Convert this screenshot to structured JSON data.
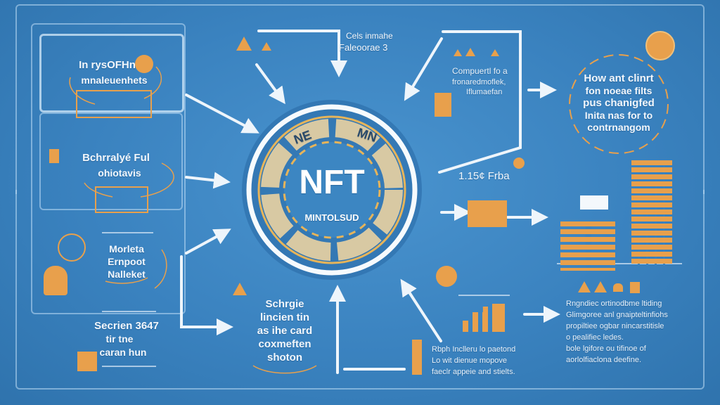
{
  "colors": {
    "background": "#3a82bf",
    "accent": "#e8a04c",
    "line": "#eef5fb",
    "ring": "#d8c9a3"
  },
  "center": {
    "title": "NFT",
    "subtitle": "MINTOLSUD",
    "ring_labels": [
      "NE",
      "MN"
    ]
  },
  "left_panels": [
    {
      "lines": [
        "In rysOFHn",
        "mnaleuenhets"
      ]
    },
    {
      "lines": [
        "Bchrralyé Ful",
        "ohiotavis"
      ]
    },
    {
      "lines": [
        "Morleta",
        "Ernpoot",
        "Nalleket"
      ]
    },
    {
      "lines": [
        "Secrien 3647",
        "tir tne",
        "caran hun"
      ]
    }
  ],
  "top_label": {
    "lines": [
      "Cels inmahe",
      "Faleoorae 3"
    ]
  },
  "top_right_box": {
    "lines": [
      "Compuertl fo a",
      "fronaredmoflek,",
      "Iflumaefan"
    ]
  },
  "right_circle": {
    "lines": [
      "How ant clinrt",
      "fon noeae filts",
      "pus chanigfed",
      "Inita nas for to",
      "contrnangom"
    ]
  },
  "price_label": "1.15¢ Frba",
  "bottom_center": {
    "lines": [
      "Schrgie",
      "lincien tin",
      "as ihe card",
      "coxmeften",
      "shoton"
    ]
  },
  "bottom_middle": {
    "lines": [
      "Rbph Inclleru lo paetond",
      "Lo wit dienue mopove",
      "faeclr appeie and stielts."
    ]
  },
  "bottom_right": {
    "lines": [
      "Rngndiec ortinodbme ltiding",
      "Glimgoree anl gnaipteltinfiohs",
      "propiltiee ogbar nincarstitisle",
      "o pealifiec ledes.",
      "bole lgifore ou tifinoe of",
      "aorlolfiaclona deefine."
    ]
  }
}
